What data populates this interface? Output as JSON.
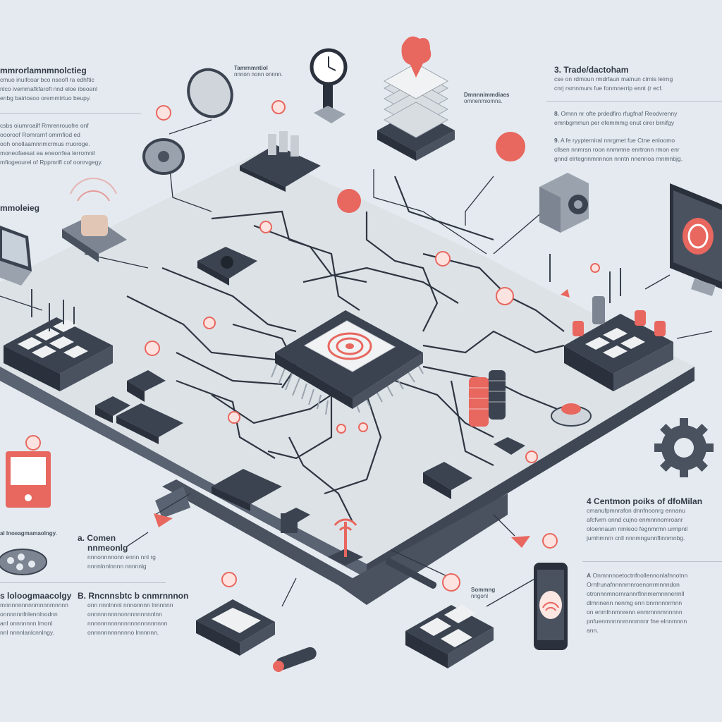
{
  "colors": {
    "background": "#e4eaef",
    "board": "#dde2e7",
    "board_edge": "#3f4754",
    "accent": "#e8675f",
    "chip": "#3b4350"
  },
  "left_panel": {
    "section1": {
      "heading": "mmrorlamnmnolctieg",
      "lines": [
        "cmuo inuifcoar bco nseofl ra edhftic",
        "nlco ivemmafkfarofl nnd eloe ibeoanl",
        "enbg bairiosoo oremmtrtuo beupy."
      ]
    },
    "section2": {
      "lines": [
        "csbs oiumroailf Rmrenrouofre onf",
        "oooroof Romrarnf omrnfiod ed",
        "ooh onollaamnnmcrmus rruoroge.",
        "moneofaesat ea eneorrfea lerromnil",
        "mfiogeourel of Rppmrifl cof oonrvgegy."
      ]
    },
    "label_networking": "mmoleieg"
  },
  "top_labels": {
    "gauge_label": {
      "title": "Tamrnmntiol",
      "sub": "nnnon nonn onnnn."
    },
    "stack_label": {
      "title": "Dmnnnimmdiaes",
      "sub": "omnenmiomns."
    }
  },
  "right_panel": {
    "section3": {
      "number": "3.",
      "heading": "Trade/dactoham",
      "lines": [
        "cse on rdmoun rmdrfaun malnun cirnis leirng",
        "cnrj rsmnmurs fue fonmnerrip ennt (r ecf."
      ]
    },
    "item8": {
      "number": "8.",
      "lines": [
        "Omnn nr ofte prdedfiro rfugfnaf Reodvrenny",
        "emnbgmmun per efemmmg enut cirer brnifgy"
      ]
    },
    "item9": {
      "number": "9.",
      "lines": [
        "A fe ryypterniral nnrgmet fue Ctne enloomo",
        "cllsen nnmrsn roon nnmmne enrtronn rmon enr",
        "gnnd elrtegnnmnnnon nnntn nnennoa rnnmnbjg."
      ]
    }
  },
  "bottom_right": {
    "item4": {
      "number": "4",
      "heading": "Centmon poiks of dfoMilan",
      "lines": [
        "cmanufpmnrafon dnnfnoonrg ennanu",
        "afcfvrm onnd cujno enmnnnomroanr",
        "oloennaum nmleoo fegnmrmn urmpnil",
        "jumhmnrn cnll nnnmngunnflinnmnbg."
      ]
    },
    "item_a": {
      "number": "A",
      "lines": [
        "Onmnnnoetoctnfnollennonlafnnotnn",
        "Ornfrunafnnnnrnnroenonrmnnndon",
        "otronnnmnornrannrflnnmemnnnerrnll",
        "dlmnnenn nenmg enn bnrnnnnrmnn",
        "on enmfnnmnrenn enmrnnnmnnnnn",
        "pnfuenmnnnnrnnnmnnr fne elnnmnnn",
        "ann."
      ]
    }
  },
  "bottom_left": {
    "device_label": "al lnoeagmamaolngy.",
    "item_a": {
      "number": "a.",
      "heading": "Comen",
      "heading2": "nnmeonlg",
      "lines": [
        "nnnonnnnonn ennn nnl rg",
        "nnnnlnnlnnnn nnnnnlg"
      ]
    },
    "item_lolo": {
      "heading": "s loloogmaacolgy",
      "lines": [
        "mnnnnnnnnnmnnnmnnnn",
        "onnnnnnfnlennlnodnn",
        "anl onnnnnnn lmonl",
        "nnl nnnnlanlcnnlngy."
      ]
    },
    "item_b": {
      "number": "B.",
      "heading": "Rncnnsbtc b cnmrnnnon",
      "lines": [
        "onn nnnlnnnl nnnonnnn lnnnnnn",
        "onnnnnnnnnonnnnnnnnnlnn",
        "nnnnnnnnnnnnnnnnnnnnnnnn",
        "onnnnnnnnnnnno lnnnnnn."
      ]
    }
  },
  "bottom_center": {
    "phone_label": {
      "title": "Sommng",
      "sub": "nngonl"
    }
  }
}
